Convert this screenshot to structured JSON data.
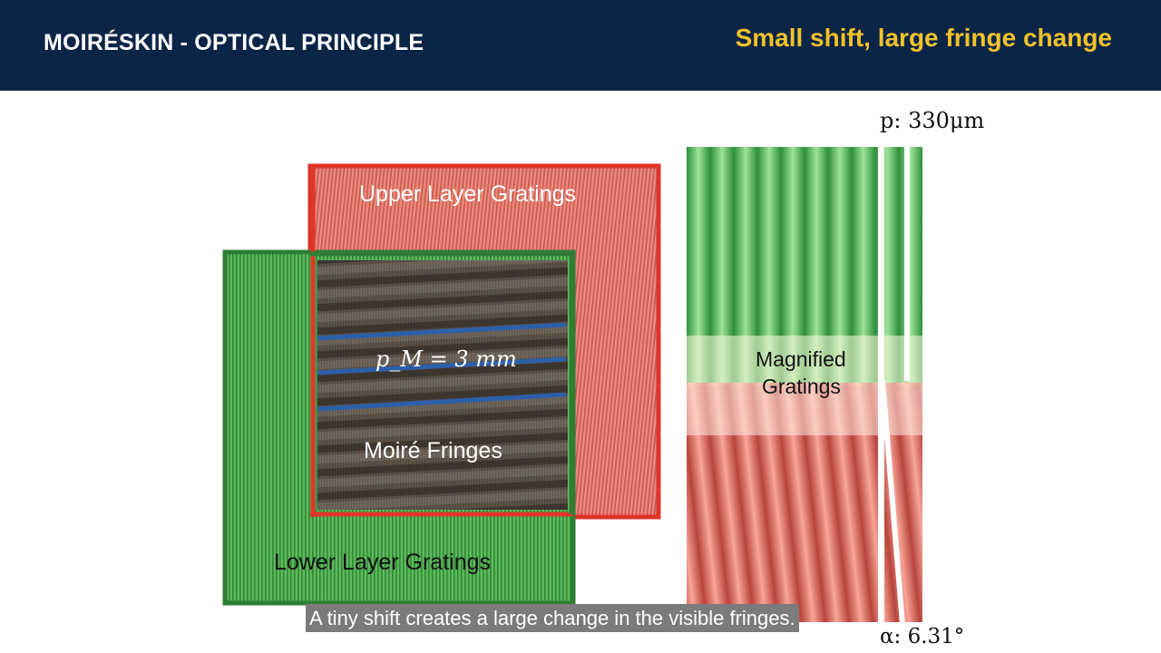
{
  "header": {
    "title": "MOIRÉSKIN - OPTICAL PRINCIPLE",
    "tagline": "Small shift, large fringe change"
  },
  "diagram": {
    "upper_label": "Upper Layer Gratings",
    "lower_label": "Lower Layer Gratings",
    "moire_label": "Moiré Fringes",
    "fringe_pitch": "p_M = 3 mm",
    "magnified_label_line1": "Magnified",
    "magnified_label_line2": "Gratings",
    "grating_pitch": "p: 330μm",
    "angle": "α:  6.31°"
  },
  "caption": "A tiny shift creates a large change in the visible fringes.",
  "colors": {
    "header_bg": "#0b2547",
    "tagline": "#f2c22a",
    "upper_layer": "#e8766a",
    "upper_border": "#e0342a",
    "lower_layer": "#4aa84a",
    "lower_border": "#2e7d32",
    "fringe_line": "#2f5fa8"
  }
}
